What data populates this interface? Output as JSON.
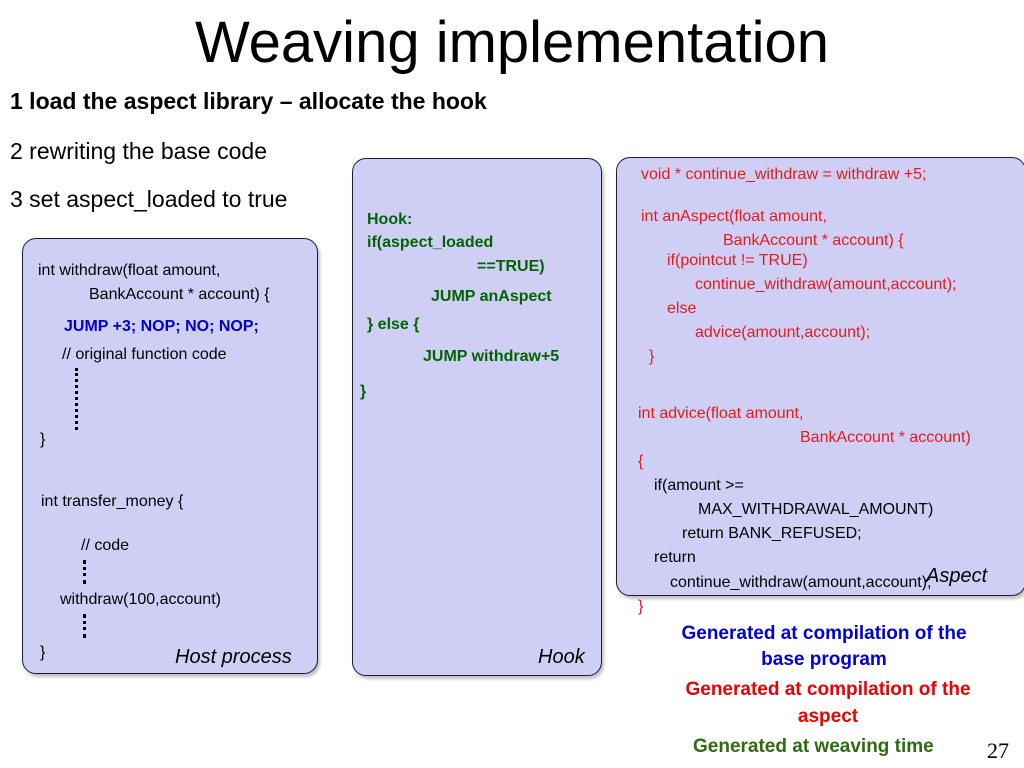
{
  "title": [
    "Weaving",
    "implementation"
  ],
  "steps": {
    "s1": "1 load the aspect library – allocate the hook",
    "s2": "2 rewriting the base code",
    "s3": "3 set aspect_loaded to true"
  },
  "host": {
    "label": "Host process",
    "lines": {
      "l1": "int withdraw(float amount,",
      "l2": "BankAccount * account) {",
      "jump": "JUMP +3; NOP; NO; NOP;",
      "comment": "// original function code",
      "close1": "}",
      "transfer": "int transfer_money {",
      "code": "// code",
      "call": "withdraw(100,account)",
      "close2": "}"
    }
  },
  "hook": {
    "label": "Hook",
    "lines": {
      "h1": "Hook:",
      "h2": "if(aspect_loaded",
      "h3": "==TRUE)",
      "h4": "JUMP anAspect",
      "h5": "} else {",
      "h6": "JUMP withdraw+5",
      "h7": "}"
    }
  },
  "aspect": {
    "label": "Aspect",
    "lines": {
      "a1": "void * continue_withdraw  = withdraw +5;",
      "a2": "int anAspect(float amount,",
      "a3": "BankAccount * account) {",
      "a4": "if(pointcut != TRUE)",
      "a5": "continue_withdraw(amount,account);",
      "a6": "else",
      "a7": "advice(amount,account);",
      "a8": "}",
      "a9": "int advice(float amount,",
      "a10": "BankAccount * account)",
      "a11": "{",
      "a12": "if(amount  >=",
      "a13": "MAX_WITHDRAWAL_AMOUNT)",
      "a14": "return BANK_REFUSED;",
      "a15": "return",
      "a16": "continue_withdraw(amount,account);",
      "a17": "}"
    }
  },
  "legend": {
    "blue_1": "Generated at compilation of the",
    "blue_2": "base program",
    "red_1": "Generated at compilation of the",
    "red_2": "aspect",
    "green": "Generated at weaving time"
  },
  "page_number": "27",
  "colors": {
    "box_fill": "#cfcff6",
    "base_program": "#0000e0",
    "aspect": "#ee0000",
    "weaving": "#2f6b10"
  }
}
